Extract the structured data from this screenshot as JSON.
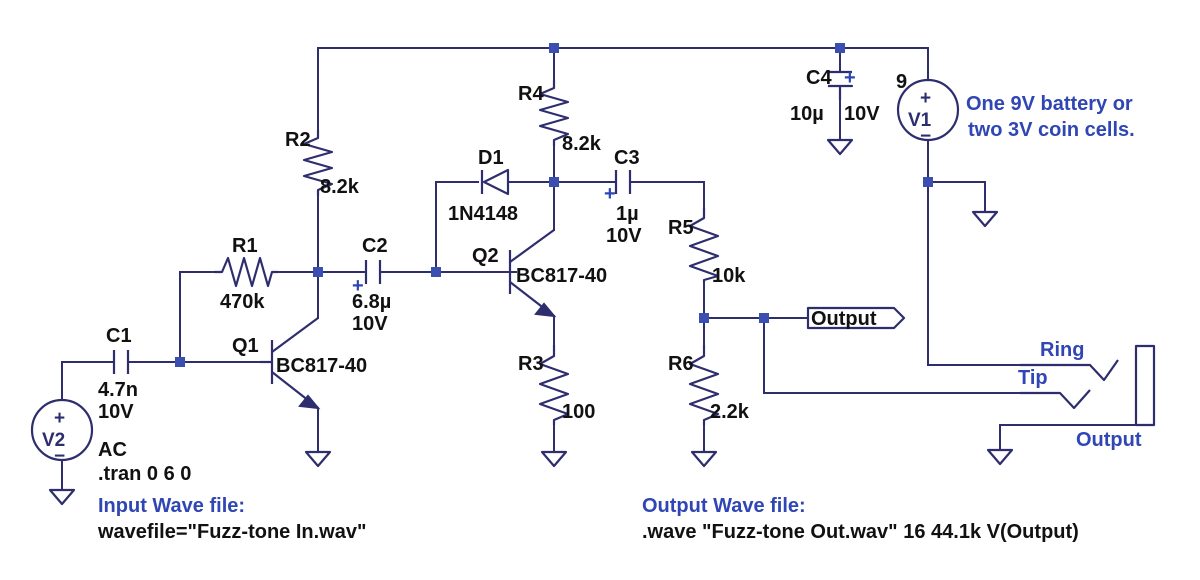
{
  "components": {
    "c1": {
      "ref": "C1",
      "value": "4.7n",
      "rating": "10V"
    },
    "c2": {
      "ref": "C2",
      "value": "6.8µ",
      "rating": "10V"
    },
    "c3": {
      "ref": "C3",
      "value": "1µ",
      "rating": "10V"
    },
    "c4": {
      "ref": "C4",
      "value": "10µ",
      "rating": "10V"
    },
    "r1": {
      "ref": "R1",
      "value": "470k"
    },
    "r2": {
      "ref": "R2",
      "value": "8.2k"
    },
    "r3": {
      "ref": "R3",
      "value": "100"
    },
    "r4": {
      "ref": "R4",
      "value": "8.2k"
    },
    "r5": {
      "ref": "R5",
      "value": "10k"
    },
    "r6": {
      "ref": "R6",
      "value": "2.2k"
    },
    "q1": {
      "ref": "Q1",
      "value": "BC817-40"
    },
    "q2": {
      "ref": "Q2",
      "value": "BC817-40"
    },
    "d1": {
      "ref": "D1",
      "value": "1N4148"
    },
    "v1": {
      "ref": "V1",
      "value": "9"
    },
    "v2": {
      "ref": "V2",
      "value": "AC"
    }
  },
  "directives": {
    "tran": ".tran 0 6 0",
    "input_title": "Input Wave file:",
    "input_cmd": "wavefile=\"Fuzz-tone In.wav\"",
    "output_title": "Output Wave file:",
    "output_cmd": ".wave \"Fuzz-tone Out.wav\" 16 44.1k V(Output)"
  },
  "notes": {
    "battery_line1": "One 9V battery or",
    "battery_line2": "two 3V coin cells."
  },
  "net_labels": {
    "output_port": "Output",
    "jack_ring": "Ring",
    "jack_tip": "Tip",
    "jack_output": "Output"
  },
  "symbols": {
    "plus": "+",
    "minus": "−"
  }
}
